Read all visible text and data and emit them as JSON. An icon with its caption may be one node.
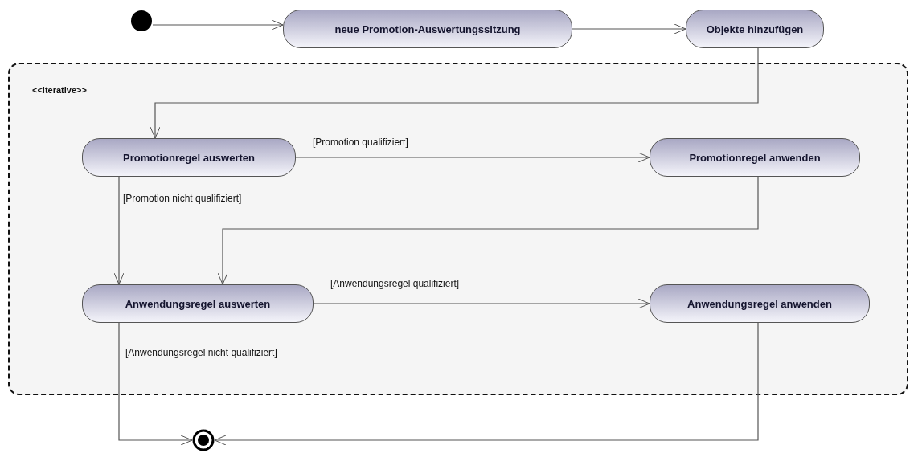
{
  "diagram": {
    "nodes": [
      {
        "text": [],
        "shape": "circle"
      },
      {
        "text": [
          "neue Promotion-Auswertungssitzung"
        ]
      },
      {
        "text": [
          "Objekte hinzufügen"
        ]
      },
      {
        "text": [
          "<<iterative>>"
        ]
      },
      {
        "text": [
          "Promotionregel auswerten"
        ],
        "in": 3
      },
      {
        "text": [
          "Promotionregel anwenden"
        ],
        "in": 3
      },
      {
        "text": [
          "Anwendungsregel auswerten"
        ],
        "in": 3
      },
      {
        "text": [
          "Anwendungsregel anwenden"
        ],
        "in": 3
      },
      {
        "text": [],
        "shape": "circle"
      }
    ],
    "edges": [
      {
        "from": 0,
        "to": 1,
        "arrow": "to"
      },
      {
        "from": 1,
        "to": 2,
        "arrow": "to"
      },
      {
        "from": 2,
        "to": 4,
        "arrow": "to"
      },
      {
        "from": 4,
        "to": 5,
        "arrow": "to",
        "label": "[Promotion qualifiziert]"
      },
      {
        "from": 4,
        "to": 6,
        "arrow": "to",
        "label": "[Promotion nicht qualifiziert]"
      },
      {
        "from": 5,
        "to": 6,
        "arrow": "to"
      },
      {
        "from": 6,
        "to": 7,
        "arrow": "to",
        "label": "[Anwendungsregel qualifiziert]"
      },
      {
        "from": 6,
        "to": 8,
        "arrow": "to",
        "label": "[Anwendungsregel nicht qualifiziert]"
      },
      {
        "from": 7,
        "to": 8,
        "arrow": "to"
      }
    ]
  }
}
